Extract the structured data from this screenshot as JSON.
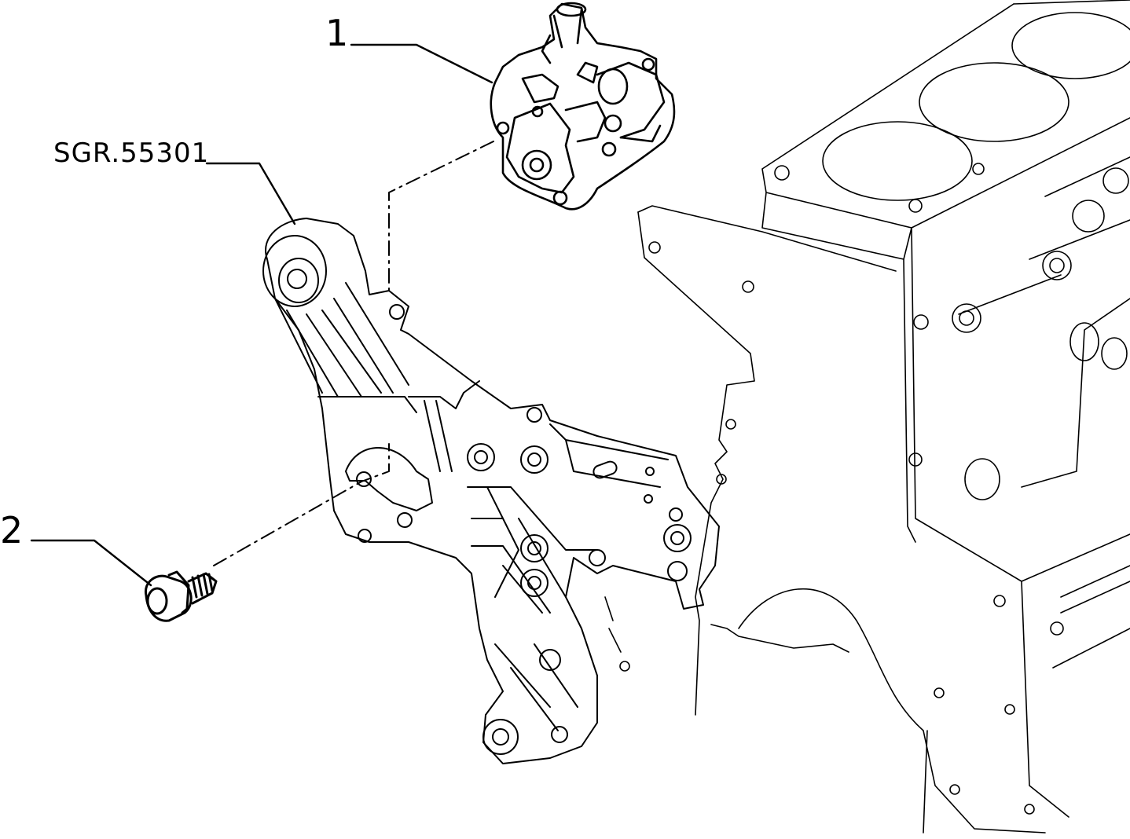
{
  "diagram": {
    "labels": {
      "part_1": "1",
      "part_2": "2",
      "reference_code": "SGR.55301"
    },
    "colors": {
      "line": "#000000",
      "background": "#ffffff"
    },
    "icons": {
      "pump": "power-steering-pump-icon",
      "bracket": "mounting-bracket-icon",
      "bolt": "bolt-icon",
      "engine": "engine-block-icon"
    }
  }
}
